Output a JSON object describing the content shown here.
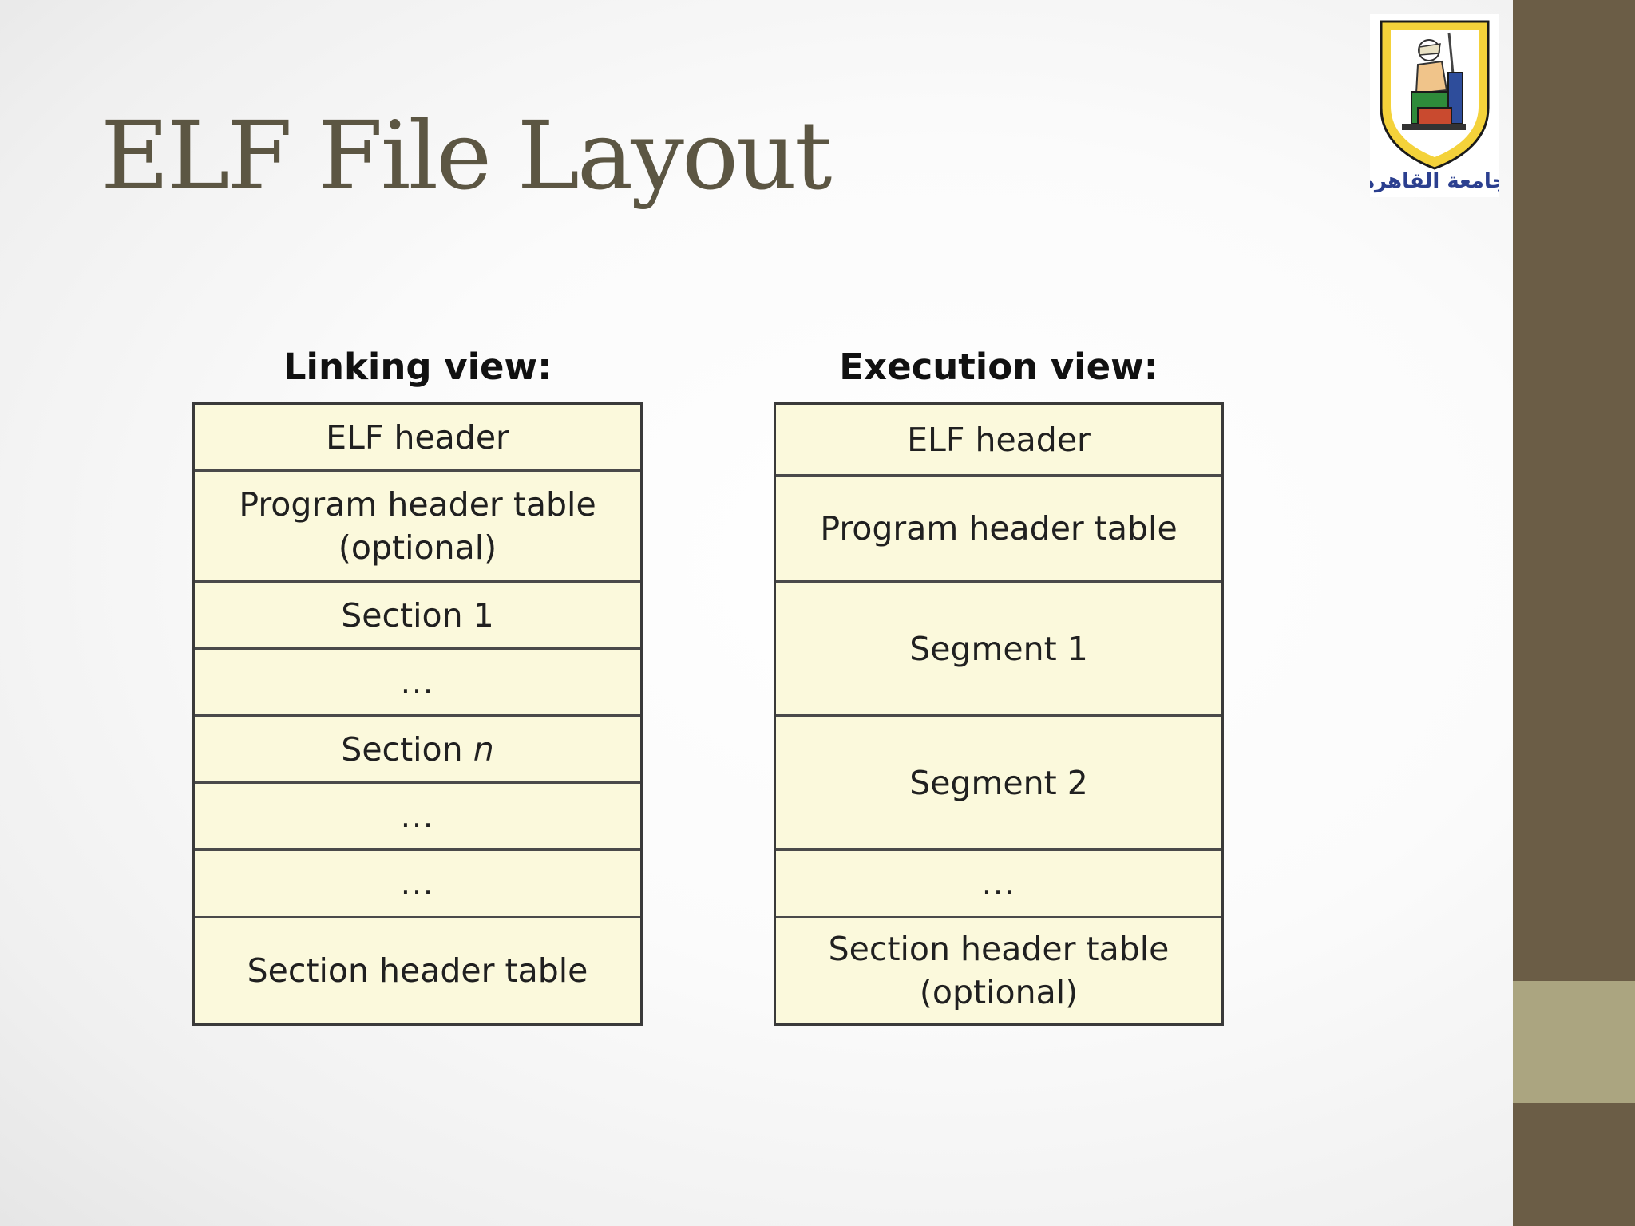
{
  "slide": {
    "title": "ELF File Layout"
  },
  "logo": {
    "name": "cairo-university-emblem",
    "caption": "جامعة القاهرة"
  },
  "colors": {
    "sidebar": "#6b5d46",
    "sidebar_accent": "#aba580",
    "title": "#5c5643",
    "cell_fill": "#fbf9dc",
    "cell_border": "#3a3a3a"
  },
  "linking_view": {
    "heading": "Linking view:",
    "rows": [
      "ELF header",
      "Program header table\n(optional)",
      "Section 1",
      "...",
      "Section",
      "...",
      "...",
      "Section header table"
    ],
    "section_n_var": "n"
  },
  "execution_view": {
    "heading": "Execution view:",
    "rows": [
      "ELF header",
      "Program header table",
      "Segment 1",
      "Segment 2",
      "...",
      "Section header table\n(optional)"
    ]
  }
}
